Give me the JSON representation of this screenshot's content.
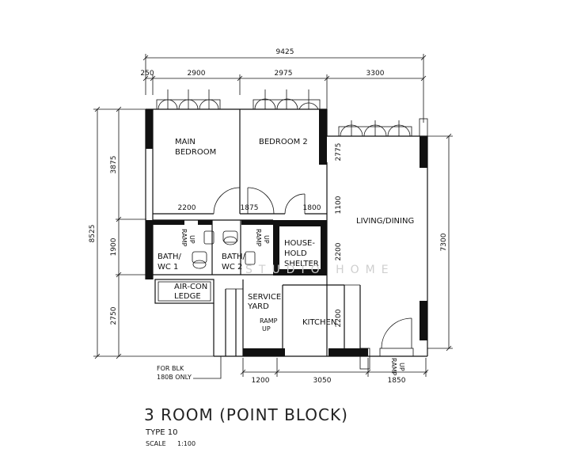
{
  "title": "3 ROOM (POINT BLOCK)",
  "type_label": "TYPE 10",
  "scale_label": "SCALE",
  "scale_value": "1:100",
  "watermark": "STUDIO HOME",
  "rooms": {
    "main_bedroom": [
      "MAIN",
      "BEDROOM"
    ],
    "bedroom2": "BEDROOM 2",
    "living_dining": "LIVING/DINING",
    "bath1": [
      "BATH/",
      "WC 1"
    ],
    "bath2": [
      "BATH/",
      "WC 2"
    ],
    "household_shelter": [
      "HOUSE-",
      "HOLD",
      "SHELTER"
    ],
    "aircon_ledge": [
      "AIR-CON",
      "LEDGE"
    ],
    "service_yard": [
      "SERVICE",
      "YARD"
    ],
    "kitchen": "KITCHEN"
  },
  "ramp_labels": {
    "text_ramp": "RAMP",
    "text_up": "UP"
  },
  "note": [
    "FOR BLK",
    "180B ONLY"
  ],
  "dimensions": {
    "overall_width": "9425",
    "top": [
      "250",
      "2900",
      "2975",
      "3300"
    ],
    "left_total": "8525",
    "left": [
      "3875",
      "1900",
      "2750"
    ],
    "bottom": [
      "1200",
      "3050",
      "1850"
    ],
    "right": "7300",
    "internal": {
      "d2200_main": "2200",
      "d1875": "1875",
      "d1800": "1800",
      "d2775": "2775",
      "d1100": "1100",
      "d2200_shelter": "2200",
      "d2200_kitchen": "2200"
    }
  }
}
